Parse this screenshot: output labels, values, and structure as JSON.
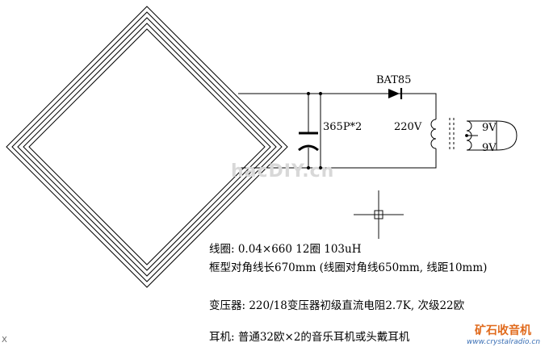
{
  "diagram": {
    "diode_label": "BAT85",
    "capacitor_label": "365P*2",
    "primary_label": "220V",
    "secondary_labels": [
      "9V",
      "9V"
    ],
    "watermark": "hacDIY.cn"
  },
  "notes": {
    "coil_line1": "线圈:  0.04×660  12圈 103uH",
    "coil_line2": "框型对角线长670mm (线圈对角线650mm, 线距10mm)",
    "transformer": "变压器: 220/18变压器初级直流电阻2.7K, 次级22欧",
    "earphone": "耳机:  普通32欧×2的音乐耳机或头戴耳机"
  },
  "logo": {
    "name": "矿石收音机",
    "url": "www.crystalradio.cn"
  },
  "corner_mark": "X"
}
